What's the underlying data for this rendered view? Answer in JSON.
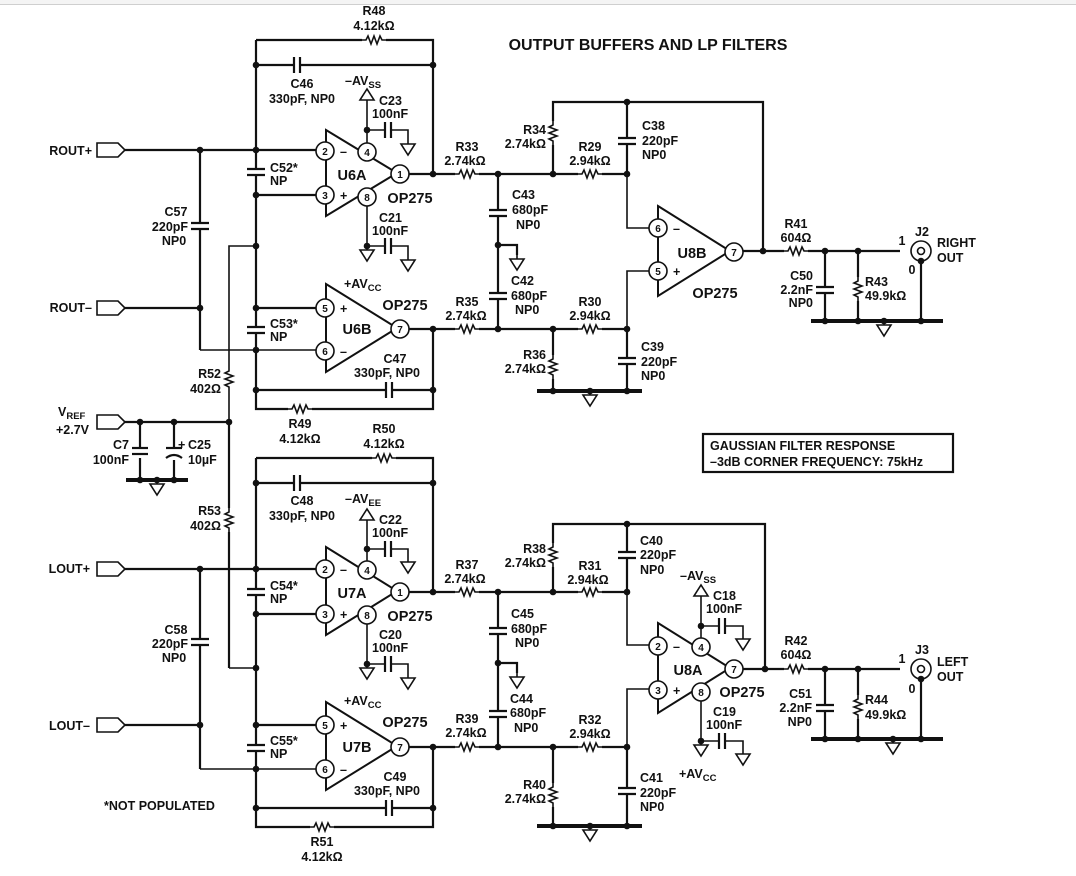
{
  "title": "OUTPUT BUFFERS AND LP FILTERS",
  "note_box": {
    "line1": "GAUSSIAN FILTER RESPONSE",
    "line2": "–3dB CORNER FREQUENCY: 75kHz"
  },
  "footnote": "*NOT POPULATED",
  "ports": {
    "rout_plus": "ROUT+",
    "rout_minus": "ROUT–",
    "lout_plus": "LOUT+",
    "lout_minus": "LOUT–",
    "vref_main": "V",
    "vref_sub": "REF",
    "vref_value": "+2.7V"
  },
  "connectors": {
    "j2": {
      "ref": "J2",
      "pin1": "1",
      "pin0": "0",
      "label1": "RIGHT",
      "label2": "OUT"
    },
    "j3": {
      "ref": "J3",
      "pin1": "1",
      "pin0": "0",
      "label1": "LEFT",
      "label2": "OUT"
    }
  },
  "rails": {
    "avss_prefix": "–AV",
    "avss_sub": "SS",
    "avee_prefix": "–AV",
    "avee_sub": "EE",
    "avcc_prefix": "+AV",
    "avcc_sub": "CC"
  },
  "opamps": {
    "u6a": {
      "ref": "U6A",
      "part": "OP275",
      "pins": {
        "inv": "2",
        "noninv": "3",
        "vneg": "4",
        "vpos": "8",
        "out": "1"
      }
    },
    "u6b": {
      "ref": "U6B",
      "part": "OP275",
      "pins": {
        "noninv": "5",
        "inv": "6",
        "out": "7"
      }
    },
    "u7a": {
      "ref": "U7A",
      "part": "OP275",
      "pins": {
        "inv": "2",
        "noninv": "3",
        "vneg": "4",
        "vpos": "8",
        "out": "1"
      }
    },
    "u7b": {
      "ref": "U7B",
      "part": "OP275",
      "pins": {
        "noninv": "5",
        "inv": "6",
        "out": "7"
      }
    },
    "u8b": {
      "ref": "U8B",
      "part": "OP275",
      "pins": {
        "inv": "6",
        "noninv": "5",
        "out": "7"
      }
    },
    "u8a": {
      "ref": "U8A",
      "part": "OP275",
      "pins": {
        "inv": "2",
        "noninv": "3",
        "vneg": "4",
        "vpos": "8",
        "out": "7"
      }
    }
  },
  "signs": {
    "minus": "–",
    "plus": "+"
  },
  "resistors": {
    "r48": {
      "ref": "R48",
      "value": "4.12kΩ"
    },
    "r49": {
      "ref": "R49",
      "value": "4.12kΩ"
    },
    "r50": {
      "ref": "R50",
      "value": "4.12kΩ"
    },
    "r51": {
      "ref": "R51",
      "value": "4.12kΩ"
    },
    "r52": {
      "ref": "R52",
      "value": "402Ω"
    },
    "r53": {
      "ref": "R53",
      "value": "402Ω"
    },
    "r33": {
      "ref": "R33",
      "value": "2.74kΩ"
    },
    "r34": {
      "ref": "R34",
      "value": "2.74kΩ"
    },
    "r35": {
      "ref": "R35",
      "value": "2.74kΩ"
    },
    "r36": {
      "ref": "R36",
      "value": "2.74kΩ"
    },
    "r37": {
      "ref": "R37",
      "value": "2.74kΩ"
    },
    "r38": {
      "ref": "R38",
      "value": "2.74kΩ"
    },
    "r39": {
      "ref": "R39",
      "value": "2.74kΩ"
    },
    "r40": {
      "ref": "R40",
      "value": "2.74kΩ"
    },
    "r29": {
      "ref": "R29",
      "value": "2.94kΩ"
    },
    "r30": {
      "ref": "R30",
      "value": "2.94kΩ"
    },
    "r31": {
      "ref": "R31",
      "value": "2.94kΩ"
    },
    "r32": {
      "ref": "R32",
      "value": "2.94kΩ"
    },
    "r41": {
      "ref": "R41",
      "value": "604Ω"
    },
    "r42": {
      "ref": "R42",
      "value": "604Ω"
    },
    "r43": {
      "ref": "R43",
      "value": "49.9kΩ"
    },
    "r44": {
      "ref": "R44",
      "value": "49.9kΩ"
    }
  },
  "capacitors": {
    "c46": {
      "ref": "C46",
      "value": "330pF, NP0"
    },
    "c47": {
      "ref": "C47",
      "value": "330pF, NP0"
    },
    "c48": {
      "ref": "C48",
      "value": "330pF, NP0"
    },
    "c49": {
      "ref": "C49",
      "value": "330pF, NP0"
    },
    "c23": {
      "ref": "C23",
      "value": "100nF"
    },
    "c21": {
      "ref": "C21",
      "value": "100nF"
    },
    "c22": {
      "ref": "C22",
      "value": "100nF"
    },
    "c20": {
      "ref": "C20",
      "value": "100nF"
    },
    "c18": {
      "ref": "C18",
      "value": "100nF"
    },
    "c19": {
      "ref": "C19",
      "value": "100nF"
    },
    "c7": {
      "ref": "C7",
      "value": "100nF"
    },
    "c25": {
      "ref": "C25",
      "value": "10µF",
      "polarity": "+"
    },
    "c52": {
      "ref": "C52*",
      "value": "NP"
    },
    "c53": {
      "ref": "C53*",
      "value": "NP"
    },
    "c54": {
      "ref": "C54*",
      "value": "NP"
    },
    "c55": {
      "ref": "C55*",
      "value": "NP"
    },
    "c57": {
      "ref": "C57",
      "value": "220pF",
      "type": "NP0"
    },
    "c58": {
      "ref": "C58",
      "value": "220pF",
      "type": "NP0"
    },
    "c38": {
      "ref": "C38",
      "value": "220pF",
      "type": "NP0"
    },
    "c39": {
      "ref": "C39",
      "value": "220pF",
      "type": "NP0"
    },
    "c40": {
      "ref": "C40",
      "value": "220pF",
      "type": "NP0"
    },
    "c41": {
      "ref": "C41",
      "value": "220pF",
      "type": "NP0"
    },
    "c42": {
      "ref": "C42",
      "value": "680pF",
      "type": "NP0"
    },
    "c43": {
      "ref": "C43",
      "value": "680pF",
      "type": "NP0"
    },
    "c44": {
      "ref": "C44",
      "value": "680pF",
      "type": "NP0"
    },
    "c45": {
      "ref": "C45",
      "value": "680pF",
      "type": "NP0"
    },
    "c50": {
      "ref": "C50",
      "value": "2.2nF",
      "type": "NP0"
    },
    "c51": {
      "ref": "C51",
      "value": "2.2nF",
      "type": "NP0"
    }
  }
}
